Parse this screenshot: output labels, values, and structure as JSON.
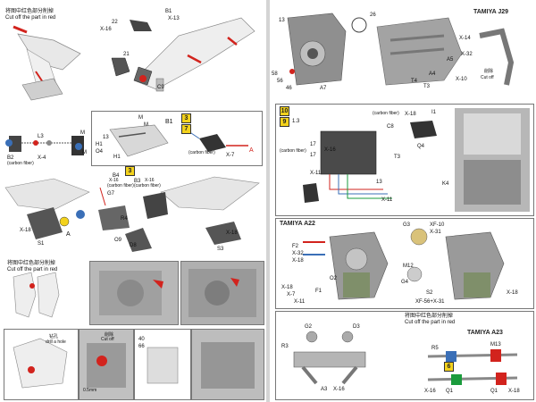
{
  "left_page": {
    "top_warning": {
      "chinese": "将图中红色部分削掉",
      "english": "Cut off the part in red"
    },
    "frame_parts": {
      "p22": "22",
      "x16a": "X-16",
      "x13": "X-13",
      "b1": "B1",
      "p21": "21",
      "c9": "C9"
    },
    "step_panel": {
      "step3": "3",
      "step7": "7",
      "b1": "B1",
      "m1": "M",
      "m2": "M",
      "h1": "H1",
      "h2": "H1",
      "o4": "O4",
      "p13": "13",
      "carbon": "(carbon fiber)",
      "x7": "X-7",
      "a": "A"
    },
    "wiring": {
      "l3": "L3",
      "m": "M",
      "b2": "B2",
      "x4": "X-4",
      "carbon": "(carbon fiber)",
      "m2": "M"
    },
    "assembly": {
      "step3": "3",
      "b4": "B4",
      "x16": "X-16",
      "carbon1": "(carbon fiber)",
      "b3": "B3",
      "x16b": "X-16",
      "carbon2": "(carbon fiber)",
      "g7": "G7",
      "r4": "R4",
      "d8": "D8",
      "s1": "S1",
      "s3": "S3",
      "x18": "X-18",
      "x18b": "X-18",
      "a": "A",
      "o9": "O9"
    },
    "cut_warning2": {
      "chinese": "将图中红色部分削掉",
      "english": "Cut off the part in red"
    },
    "bottom": {
      "drill": "钻孔",
      "drill_en": "drill a hole",
      "cut_chinese": "削除",
      "cut_en": "Cut off",
      "p40": "40",
      "p66": "66",
      "dia": "0.5mm"
    }
  },
  "right_page": {
    "top": {
      "p13": "13",
      "p26": "26",
      "tamiya": "TAMIYA J29",
      "a5": "A5",
      "a4": "A4",
      "t3": "T3",
      "t4": "T4",
      "x14": "X-14",
      "x32": "X-32",
      "x10": "X-10",
      "a7": "A7",
      "p46": "46",
      "p56": "56",
      "p58": "58",
      "cut_chinese": "削除",
      "cut_en": "Cut off"
    },
    "wiring": {
      "step10": "10",
      "step9": "9",
      "scale": "1.3",
      "carbon1": "(carbon fiber)",
      "x18": "X-18",
      "p17a": "17",
      "p17b": "17",
      "carbon2": "(carbon fiber)",
      "x16": "X-16",
      "c8": "C8",
      "q4": "Q4",
      "t3": "T3",
      "x11": "X-11",
      "x11b": "X-11",
      "p13": "13",
      "k4": "K4",
      "i1": "I1"
    },
    "engine": {
      "tamiya": "TAMIYA A22",
      "g3": "G3",
      "xf10": "XF-10",
      "x31": "X-31",
      "f2": "F2",
      "x32a": "X-32",
      "x18a": "X-18",
      "x18b": "X-18",
      "x7": "X-7",
      "x11": "X-11",
      "o2": "O2",
      "f1": "F1",
      "m12": "M12",
      "g4": "G4",
      "s2": "S2",
      "xf56": "XF-56+X-31",
      "x18c": "X-18"
    },
    "bottom": {
      "chinese": "将图中红色部分削掉",
      "english": "Cut off the part in red",
      "tamiya": "TAMIYA A23",
      "g2": "G2",
      "d3": "D3",
      "r3": "R3",
      "r5": "R5",
      "m13": "M13",
      "a3": "A3",
      "x16": "X-16",
      "x16b": "X-16",
      "x18": "X-18",
      "q1": "Q1",
      "q1b": "Q1",
      "step6": "6"
    }
  }
}
